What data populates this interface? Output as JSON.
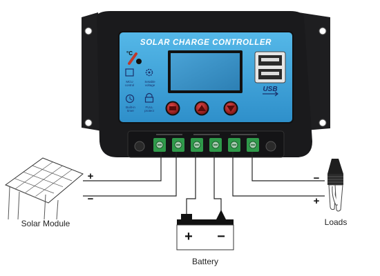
{
  "device": {
    "title": "SOLAR CHARGE CONTROLLER",
    "usb_label": "USB",
    "icons": [
      {
        "name": "temperature-icon",
        "lines": [
          "°C"
        ]
      },
      {
        "name": "mcu-icon",
        "lines": [
          "MCU",
          "control"
        ]
      },
      {
        "name": "gear-icon",
        "lines": [
          "Setable",
          "voltage"
        ]
      },
      {
        "name": "clock-icon",
        "lines": [
          "Built-in",
          "timer"
        ]
      },
      {
        "name": "lock-icon",
        "lines": [
          "FULL",
          "protect"
        ]
      }
    ],
    "buttons": [
      "menu-button",
      "up-button",
      "down-button"
    ]
  },
  "labels": {
    "solar_module": "Solar Module",
    "battery": "Battery",
    "loads": "Loads",
    "plus": "+",
    "minus": "−"
  },
  "colors": {
    "housing": "#1c1c1e",
    "panel_blue": "#3ea6dc",
    "lcd": "#3a93c9",
    "button_red": "#b82c2c",
    "terminal_green": "#2f9a4a",
    "wire": "#222222"
  }
}
